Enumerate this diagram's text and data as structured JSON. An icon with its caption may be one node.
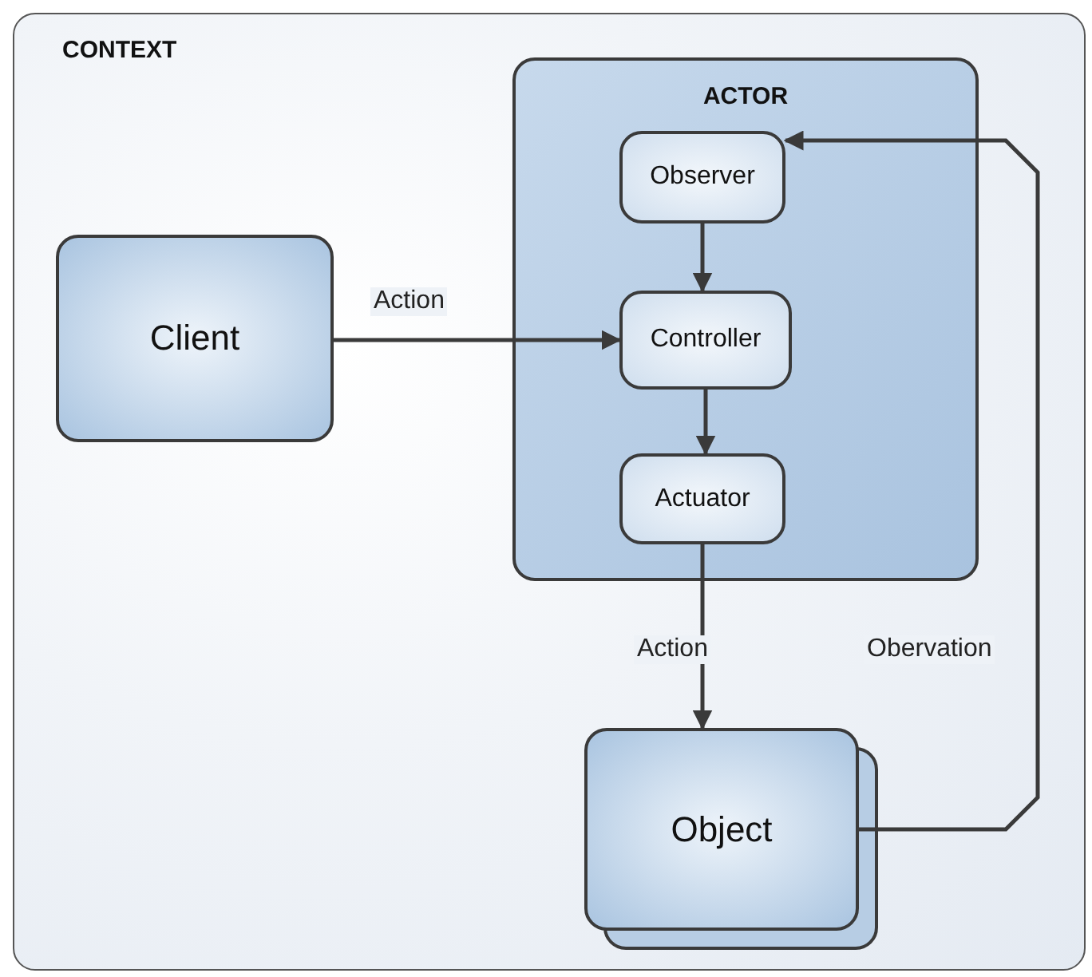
{
  "diagram": {
    "nodes": [
      {
        "text": [
          "CONTEXT"
        ]
      },
      {
        "text": [
          "ACTOR"
        ],
        "in": 0
      },
      {
        "text": [
          "Observer"
        ],
        "in": 1
      },
      {
        "text": [
          "Controller"
        ],
        "in": 1
      },
      {
        "text": [
          "Actuator"
        ],
        "in": 1
      },
      {
        "text": [
          "Client"
        ],
        "in": 0
      },
      {
        "text": [
          "Object"
        ],
        "in": 0
      }
    ],
    "edges": [
      {
        "from": 5,
        "to": 3,
        "arrow": "to",
        "label": "Action"
      },
      {
        "from": 2,
        "to": 3,
        "arrow": "to"
      },
      {
        "from": 3,
        "to": 4,
        "arrow": "to"
      },
      {
        "from": 4,
        "to": 6,
        "arrow": "to",
        "label": "Action"
      },
      {
        "from": 6,
        "to": 2,
        "arrow": "to",
        "label": "Obervation"
      }
    ]
  }
}
